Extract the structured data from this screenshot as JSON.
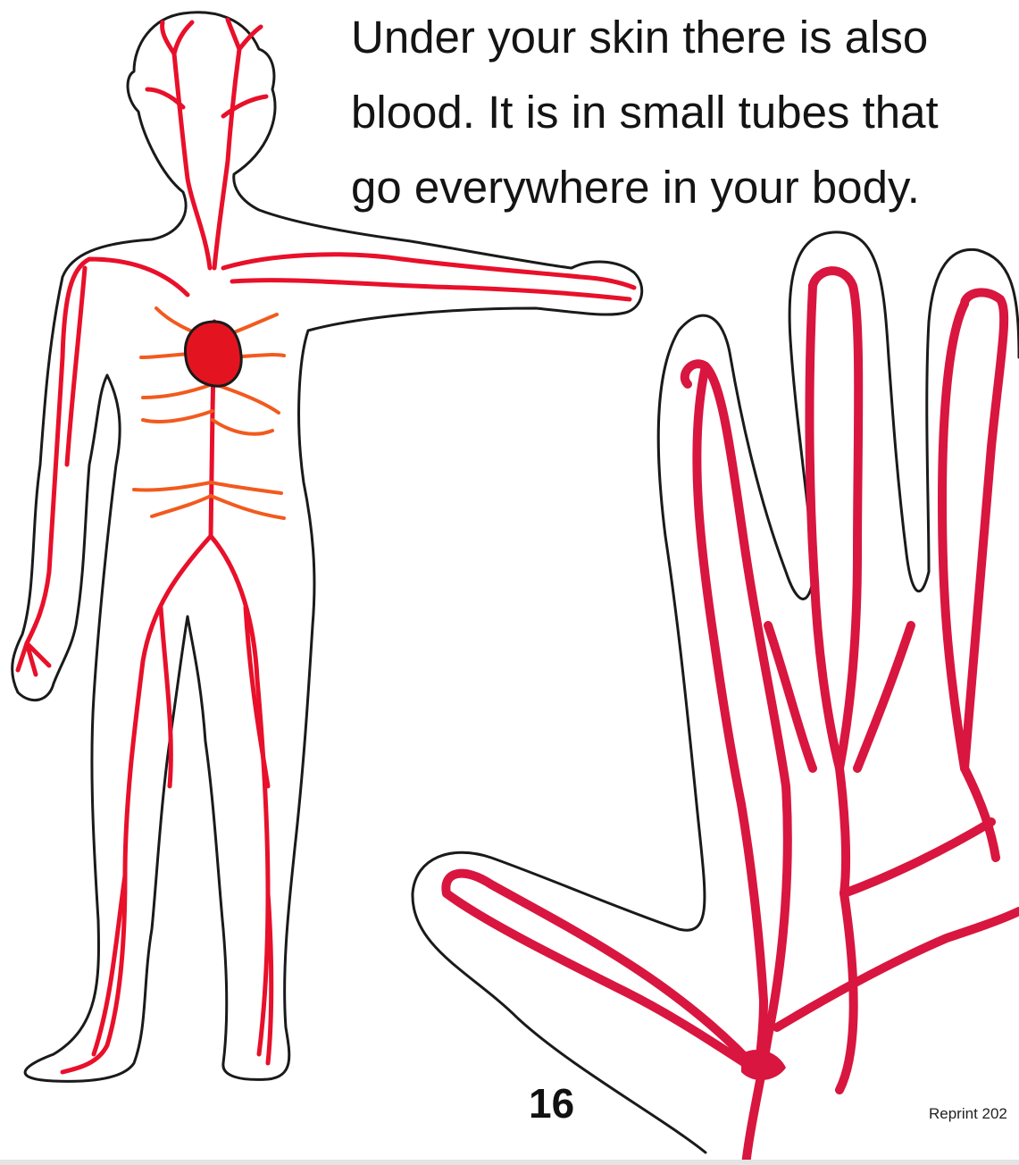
{
  "text": {
    "lines": [
      "Under your skin there is also",
      "blood. It is in small tubes that",
      "go everywhere in your body."
    ]
  },
  "page_number": "16",
  "footer": {
    "reprint": "Reprint 202"
  },
  "colors": {
    "outline": "#1a1a1a",
    "vessel": "#e8102a",
    "vessel_orange": "#f25a1e",
    "heart": "#e3141f",
    "palm_vessel": "#d8163f"
  },
  "illustrations": [
    {
      "name": "body-circulatory-illustration"
    },
    {
      "name": "hand-blood-vessels-illustration"
    }
  ]
}
